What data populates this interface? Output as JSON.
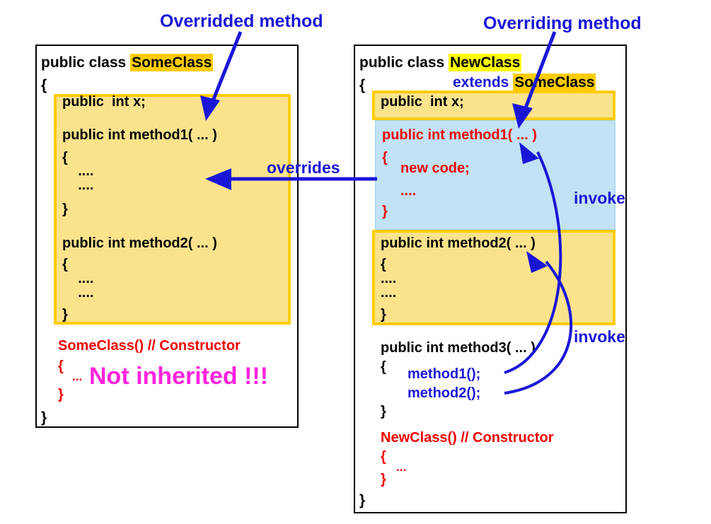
{
  "meta": {
    "title": "Java inheritance: overridden vs overriding method diagram",
    "colors": {
      "blue": "#1a16d8",
      "red": "#ef0000",
      "magenta": "#ff22dd",
      "gold_highlight": "#ffcc00",
      "yellow_highlight": "#ffff00",
      "light_yellow_box": "#fbe38c",
      "light_blue_box": "#c2e2f5",
      "black": "#000000"
    }
  },
  "annotations": {
    "overridded_method": "Overridded method",
    "overriding_method": "Overriding method",
    "overrides": "overrides",
    "invoke_top": "invoke",
    "invoke_bottom": "invoke",
    "not_inherited": "Not inherited !!!"
  },
  "left_panel": {
    "name": "SomeClass",
    "header": {
      "prefix": "public class ",
      "class_name": "SomeClass",
      "open_brace": "{",
      "close_brace": "}"
    },
    "inherited_box": {
      "lines": [
        "public  int x;",
        "",
        "public int method1( ... )",
        "{",
        "    ....",
        "    ....",
        "}",
        "",
        "public int method2( ... )",
        "{",
        "    ....",
        "    ....",
        "}"
      ]
    },
    "constructor": {
      "signature": "SomeClass() // Constructor",
      "open_brace": "{",
      "body": "...",
      "close_brace": "}"
    }
  },
  "right_panel": {
    "name": "NewClass",
    "header": {
      "prefix": "public class ",
      "class_name": "NewClass",
      "extends_keyword": "extends",
      "super_class": "SomeClass",
      "open_brace": "{",
      "close_brace": "}"
    },
    "field_line": "public  int x;",
    "overriding_box": {
      "signature": "public int method1( ... )",
      "open_brace": "{",
      "line_new_code": "new code;",
      "line_dots": "....",
      "close_brace": "}"
    },
    "method2_box": {
      "signature": "public int method2( ... )",
      "open_brace": "{",
      "line_dots_1": "....",
      "line_dots_2": "....",
      "close_brace": "}"
    },
    "method3": {
      "signature": "public int method3( ... )",
      "open_brace": "{",
      "call_1": "method1();",
      "call_2": "method2();",
      "close_brace": "}"
    },
    "constructor": {
      "signature": "NewClass() // Constructor",
      "open_brace": "{",
      "body": "...",
      "close_brace": "}"
    }
  }
}
